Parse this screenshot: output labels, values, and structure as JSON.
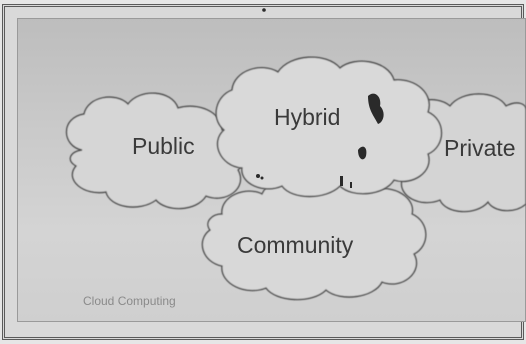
{
  "diagram": {
    "nodes": {
      "public": "Public",
      "hybrid": "Hybrid",
      "private": "Private",
      "community": "Community"
    },
    "footer": "Cloud Computing"
  },
  "colors": {
    "background": "#c9c9c9",
    "cloud_fill": "#d6d6d6",
    "cloud_outline": "#4a4a4a",
    "text": "#3a3a3a"
  }
}
